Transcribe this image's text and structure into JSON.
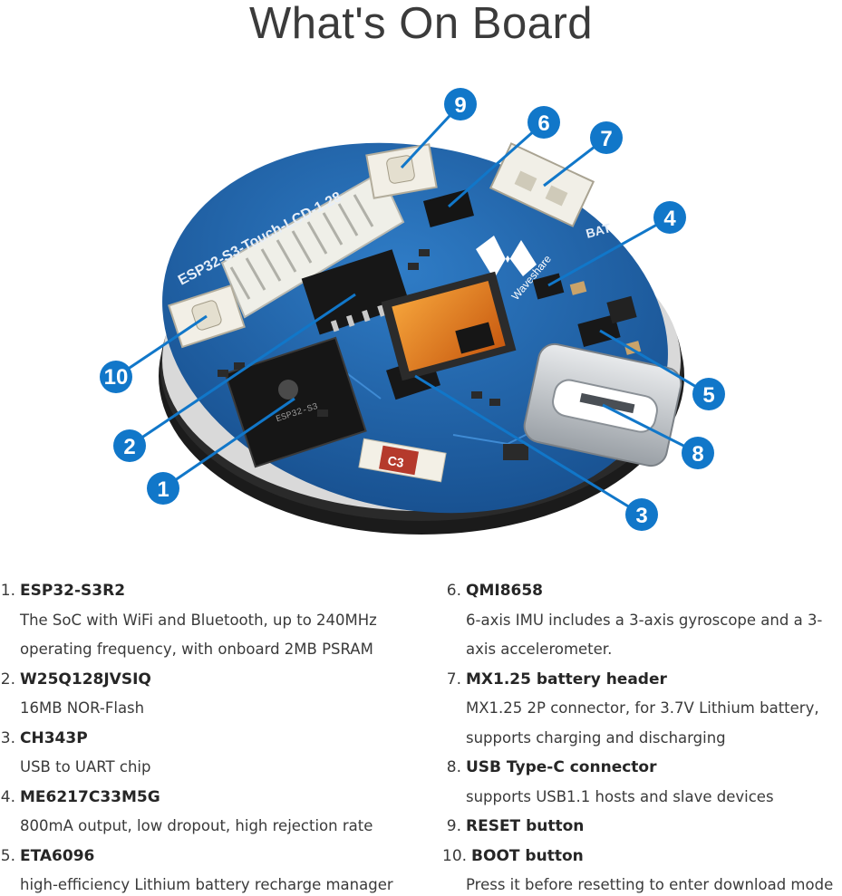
{
  "title": "What's On Board",
  "board": {
    "silkscreen_model": "ESP32-S3-Touch-LCD-1.28",
    "silkscreen_bat": "BAT",
    "silkscreen_logo": "Waveshare",
    "chip_label": "ESP32-S3",
    "cap_label": "C3"
  },
  "callouts": [
    "1",
    "2",
    "3",
    "4",
    "5",
    "6",
    "7",
    "8",
    "9",
    "10"
  ],
  "colors": {
    "callout": "#1177c9",
    "board": "#1d5fa8",
    "accent_copper": "#e07a1c"
  },
  "items_left": [
    {
      "num": "1.",
      "name": "ESP32-S3R2",
      "desc": [
        "The SoC with WiFi and Bluetooth, up to 240MHz",
        "operating frequency, with onboard 2MB PSRAM"
      ]
    },
    {
      "num": "2.",
      "name": "W25Q128JVSIQ",
      "desc": [
        "16MB NOR-Flash"
      ]
    },
    {
      "num": "3.",
      "name": "CH343P",
      "desc": [
        "USB to UART chip"
      ]
    },
    {
      "num": "4.",
      "name": "ME6217C33M5G",
      "desc": [
        "800mA output, low dropout, high rejection rate"
      ]
    },
    {
      "num": "5.",
      "name": "ETA6096",
      "desc": [
        "high-efficiency Lithium battery recharge manager"
      ]
    }
  ],
  "items_right": [
    {
      "num": "6.",
      "name": "QMI8658",
      "desc": [
        "6-axis IMU includes a 3-axis gyroscope and a 3-",
        "axis accelerometer."
      ]
    },
    {
      "num": "7.",
      "name": "MX1.25 battery header",
      "desc": [
        "MX1.25 2P connector, for 3.7V Lithium battery,",
        "supports charging and discharging"
      ]
    },
    {
      "num": "8.",
      "name": "USB Type-C connector",
      "desc": [
        "supports USB1.1 hosts and slave devices"
      ]
    },
    {
      "num": "9.",
      "name": "RESET button",
      "desc": []
    },
    {
      "num": "10.",
      "name": "BOOT button",
      "desc": [
        "Press it before resetting to enter download mode"
      ]
    }
  ]
}
